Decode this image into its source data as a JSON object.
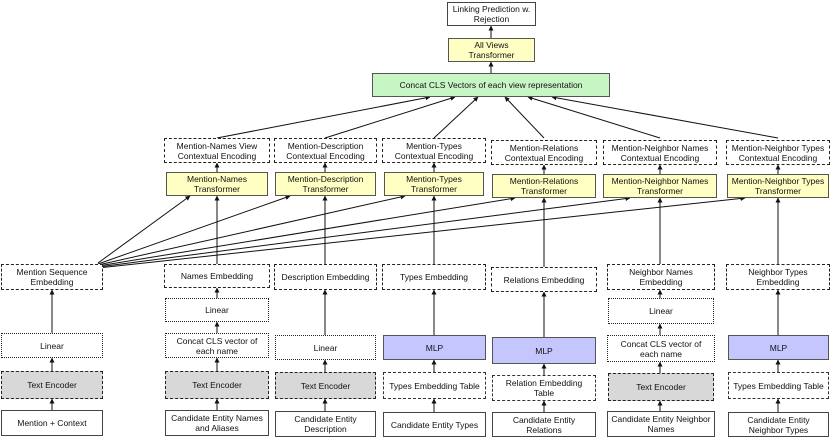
{
  "top": {
    "linking": "Linking Prediction w. Rejection",
    "all_views": "All Views Transformer",
    "concat_cls": "Concat CLS Vectors of each view representation"
  },
  "views": [
    {
      "encoding": "Mention-Names View Contextual Encoding",
      "transformer": "Mention-Names Transformer"
    },
    {
      "encoding": "Mention-Description Contextual Encoding",
      "transformer": "Mention-Description Transformer"
    },
    {
      "encoding": "Mention-Types Contextual Encoding",
      "transformer": "Mention-Types Transformer"
    },
    {
      "encoding": "Mention-Relations Contextual Encoding",
      "transformer": "Mention-Relations Transformer"
    },
    {
      "encoding": "Mention-Neighbor Names Contextual Encoding",
      "transformer": "Mention-Neighbor Names Transformer"
    },
    {
      "encoding": "Mention-Neighbor Types Contextual Encoding",
      "transformer": "Mention-Neighbor Types Transformer"
    }
  ],
  "mention": {
    "seq_embedding": "Mention Sequence Embedding",
    "linear": "Linear",
    "encoder": "Text Encoder",
    "input": "Mention + Context"
  },
  "names": {
    "embedding": "Names Embedding",
    "linear": "Linear",
    "concat": "Concat CLS vector of each name",
    "encoder": "Text Encoder",
    "input": "Candidate Entity Names and Aliases"
  },
  "description": {
    "embedding": "Description Embedding",
    "linear": "Linear",
    "encoder": "Text Encoder",
    "input": "Candidate Entity Description"
  },
  "types": {
    "embedding": "Types Embedding",
    "mlp": "MLP",
    "table": "Types Embedding Table",
    "input": "Candidate Entity Types"
  },
  "relations": {
    "embedding": "Relations Embedding",
    "mlp": "MLP",
    "table": "Relation Embedding Table",
    "input": "Candidate Entity Relations"
  },
  "neighbor_names": {
    "embedding": "Neighbor Names Embedding",
    "linear": "Linear",
    "concat": "Concat CLS vector of each name",
    "encoder": "Text Encoder",
    "input": "Candidate  Entity Neighbor Names"
  },
  "neighbor_types": {
    "embedding": "Neighbor Types Embedding",
    "mlp": "MLP",
    "table": "Types Embedding Table",
    "input": "Candidate Entity Neighbor Types"
  }
}
